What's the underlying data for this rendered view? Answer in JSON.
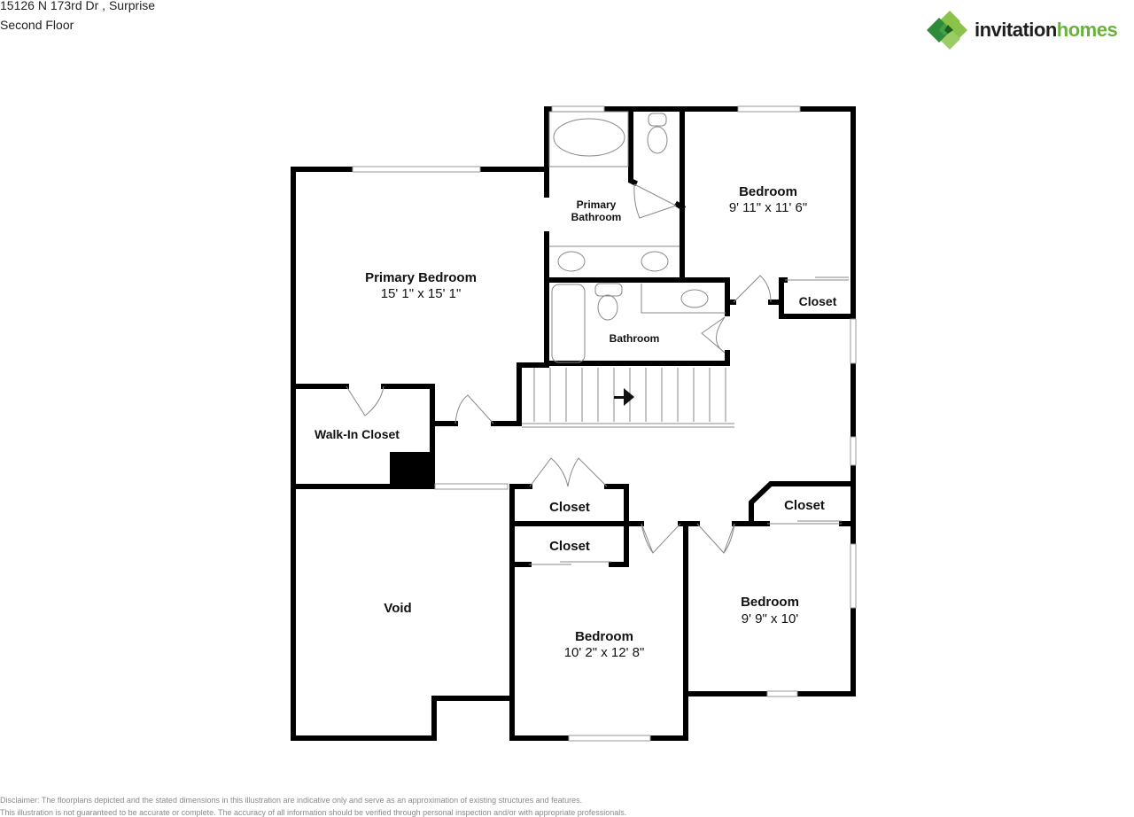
{
  "header": {
    "address": "15126 N 173rd Dr , Surprise",
    "floor": "Second Floor"
  },
  "logo": {
    "brand_part1": "invitation",
    "brand_part2": "homes",
    "icon": "diamond-cluster-logo-icon",
    "colors": {
      "dark_green": "#2e8b3a",
      "mid_green": "#4caf50",
      "light_green": "#8bc34a",
      "text_dark": "#1f1f1f",
      "text_green": "#6ab23e"
    }
  },
  "rooms": {
    "primary_bedroom": {
      "name": "Primary Bedroom",
      "dims": "15' 1\" x 15' 1\""
    },
    "primary_bathroom": {
      "line1": "Primary",
      "line2": "Bathroom"
    },
    "bedroom_ne": {
      "name": "Bedroom",
      "dims": "9' 11\" x 11' 6\""
    },
    "closet_ne": {
      "name": "Closet"
    },
    "bathroom": {
      "name": "Bathroom"
    },
    "walk_in_closet": {
      "name": "Walk-In Closet"
    },
    "hall_closet_1": {
      "name": "Closet"
    },
    "hall_closet_2": {
      "name": "Closet"
    },
    "closet_se": {
      "name": "Closet"
    },
    "void": {
      "name": "Void"
    },
    "bedroom_s": {
      "name": "Bedroom",
      "dims": "10' 2\" x 12' 8\""
    },
    "bedroom_se": {
      "name": "Bedroom",
      "dims": "9' 9\" x 10'"
    }
  },
  "disclaimer": {
    "line1": "Disclaimer: The floorplans depicted and the stated dimensions in this illustration are indicative only and serve as an approximation of existing structures and features.",
    "line2": "This illustration is not guaranteed to be accurate or complete. The accuracy of all information should be verified through personal inspection and/or with appropriate professionals."
  }
}
